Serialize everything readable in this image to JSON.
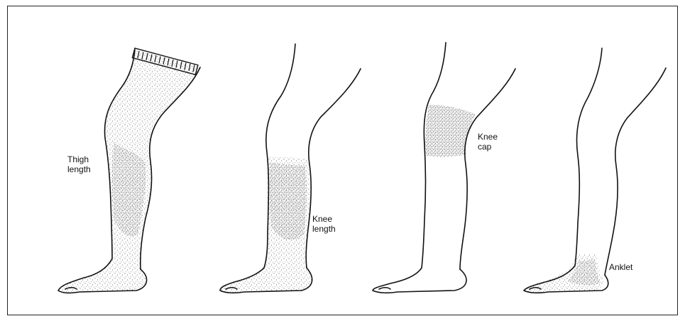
{
  "labels": {
    "thigh_length": "Thigh\nlength",
    "knee_length": "Knee\nlength",
    "knee_cap": "Knee\ncap",
    "anklet": "Anklet"
  },
  "colors": {
    "stroke": "#111111",
    "stipple": "#9a9a9a",
    "stipple_dark": "#555555"
  }
}
